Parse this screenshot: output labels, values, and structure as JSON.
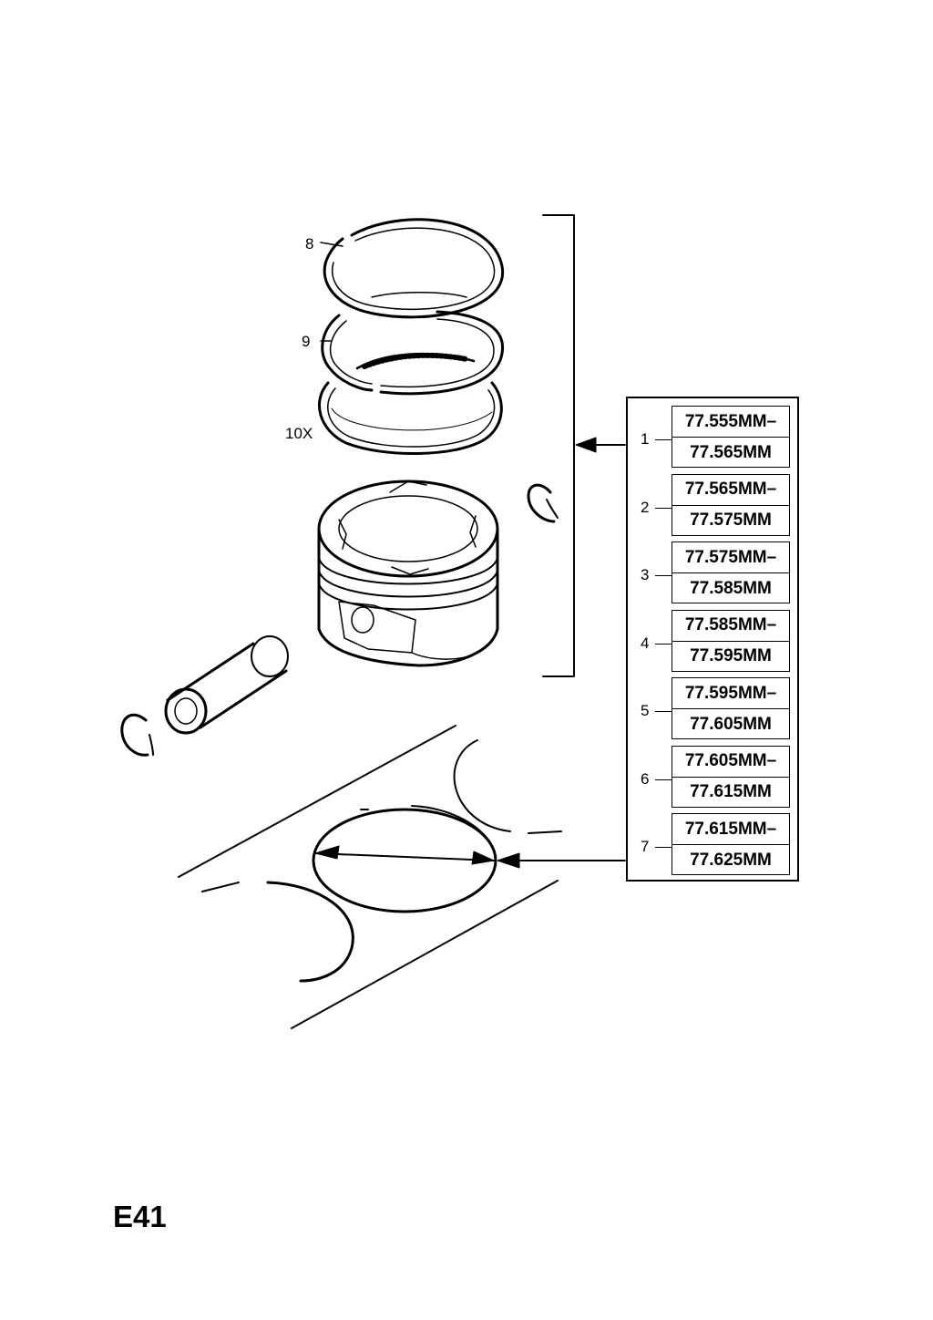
{
  "callouts": {
    "ring_top": "8",
    "ring_second": "9",
    "ring_oil": "10X"
  },
  "size_grades": [
    {
      "num": "1",
      "min": "77.555MM–",
      "max": "77.565MM"
    },
    {
      "num": "2",
      "min": "77.565MM–",
      "max": "77.575MM"
    },
    {
      "num": "3",
      "min": "77.575MM–",
      "max": "77.585MM"
    },
    {
      "num": "4",
      "min": "77.585MM–",
      "max": "77.595MM"
    },
    {
      "num": "5",
      "min": "77.595MM–",
      "max": "77.605MM"
    },
    {
      "num": "6",
      "min": "77.605MM–",
      "max": "77.615MM"
    },
    {
      "num": "7",
      "min": "77.615MM–",
      "max": "77.625MM"
    }
  ],
  "page_code": "E41",
  "colors": {
    "line": "#000000",
    "background": "#ffffff"
  }
}
